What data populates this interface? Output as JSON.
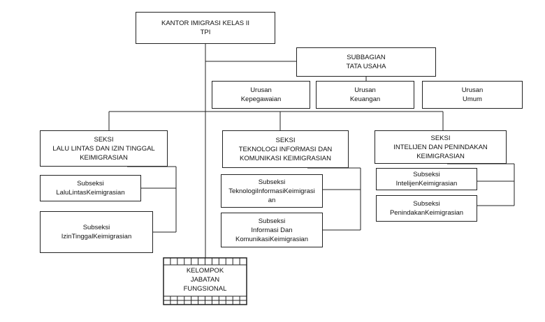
{
  "org_chart": {
    "head": {
      "line1": "KANTOR IMIGRASI KELAS II",
      "line2": "TPI"
    },
    "subbagian": {
      "line1": "SUBBAGIAN",
      "line2": "TATA USAHA"
    },
    "urusan": [
      {
        "line1": "Urusan",
        "line2": "Kepegawaian"
      },
      {
        "line1": "Urusan",
        "line2": "Keuangan"
      },
      {
        "line1": "Urusan",
        "line2": "Umum"
      }
    ],
    "seksi": [
      {
        "lines": [
          "SEKSI",
          "LALU LINTAS DAN IZIN TINGGAL",
          "KEIMIGRASIAN"
        ]
      },
      {
        "lines": [
          "SEKSI",
          "TEKNOLOGI INFORMASI DAN",
          "KOMUNIKASI KEIMIGRASIAN"
        ]
      },
      {
        "lines": [
          "SEKSI",
          "INTELIJEN DAN PENINDAKAN",
          "KEIMIGRASIAN"
        ]
      }
    ],
    "subseksi": {
      "lalu_lintas": {
        "line1": "Subseksi",
        "line2": "LaluLintasKeimigrasian"
      },
      "izin_tinggal": {
        "line1": "Subseksi",
        "line2": "IzinTinggalKeimigrasian"
      },
      "teknologi": {
        "line1": "Subseksi",
        "line2": "TeknologiInformasiKeimigrasi",
        "line3": "an"
      },
      "informasi": {
        "line1": "Subseksi",
        "line2": "Informasi Dan",
        "line3": "KomunikasiKeimigrasian"
      },
      "intelijen": {
        "line1": "Subseksi",
        "line2": "IntelijenKeimigrasian"
      },
      "penindakan": {
        "line1": "Subseksi",
        "line2": "PenindakanKeimigrasian"
      }
    },
    "fungsional": {
      "lines": [
        "KELOMPOK",
        "JABATAN",
        "FUNGSIONAL"
      ]
    }
  }
}
